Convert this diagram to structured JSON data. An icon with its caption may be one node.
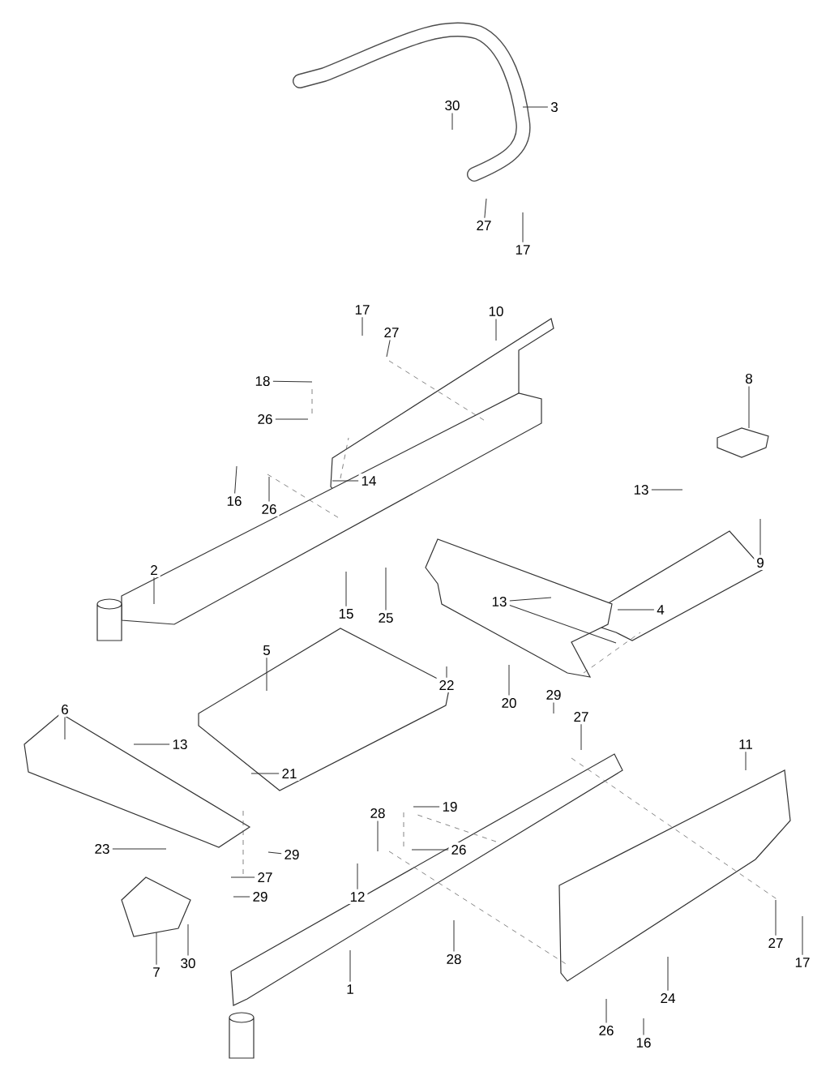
{
  "diagram": {
    "nodes": [
      {
        "text": [
          "3"
        ]
      },
      {
        "text": [
          "30"
        ]
      },
      {
        "text": [
          "27"
        ]
      },
      {
        "text": [
          "17"
        ]
      },
      {
        "text": [
          "17"
        ]
      },
      {
        "text": [
          "10"
        ]
      },
      {
        "text": [
          "27"
        ]
      },
      {
        "text": [
          "8"
        ]
      },
      {
        "text": [
          "18"
        ]
      },
      {
        "text": [
          "26"
        ]
      },
      {
        "text": [
          "14"
        ]
      },
      {
        "text": [
          "16"
        ]
      },
      {
        "text": [
          "26"
        ]
      },
      {
        "text": [
          "13"
        ]
      },
      {
        "text": [
          "9"
        ]
      },
      {
        "text": [
          "2"
        ]
      },
      {
        "text": [
          "13"
        ]
      },
      {
        "text": [
          "4"
        ]
      },
      {
        "text": [
          "15"
        ]
      },
      {
        "text": [
          "25"
        ]
      },
      {
        "text": [
          "5"
        ]
      },
      {
        "text": [
          "22"
        ]
      },
      {
        "text": [
          "29"
        ]
      },
      {
        "text": [
          "20"
        ]
      },
      {
        "text": [
          "6"
        ]
      },
      {
        "text": [
          "27"
        ]
      },
      {
        "text": [
          "11"
        ]
      },
      {
        "text": [
          "13"
        ]
      },
      {
        "text": [
          "21"
        ]
      },
      {
        "text": [
          "19"
        ]
      },
      {
        "text": [
          "28"
        ]
      },
      {
        "text": [
          "23"
        ]
      },
      {
        "text": [
          "26"
        ]
      },
      {
        "text": [
          "29"
        ]
      },
      {
        "text": [
          "27"
        ]
      },
      {
        "text": [
          "12"
        ]
      },
      {
        "text": [
          "29"
        ]
      },
      {
        "text": [
          "28"
        ]
      },
      {
        "text": [
          "30"
        ]
      },
      {
        "text": [
          "7"
        ]
      },
      {
        "text": [
          "1"
        ]
      },
      {
        "text": [
          "27"
        ]
      },
      {
        "text": [
          "17"
        ]
      },
      {
        "text": [
          "24"
        ]
      },
      {
        "text": [
          "26"
        ]
      },
      {
        "text": [
          "16"
        ]
      }
    ],
    "edges": [
      {
        "from": 0,
        "to": null,
        "arrow": "none"
      },
      {
        "from": 1,
        "to": null,
        "arrow": "none"
      },
      {
        "from": 2,
        "to": null,
        "arrow": "none"
      },
      {
        "from": 3,
        "to": null,
        "arrow": "none"
      },
      {
        "from": 4,
        "to": null,
        "arrow": "none"
      },
      {
        "from": 5,
        "to": null,
        "arrow": "none"
      },
      {
        "from": 6,
        "to": null,
        "arrow": "none"
      },
      {
        "from": 7,
        "to": null,
        "arrow": "none"
      },
      {
        "from": 8,
        "to": null,
        "arrow": "none"
      },
      {
        "from": 9,
        "to": null,
        "arrow": "none"
      },
      {
        "from": 10,
        "to": null,
        "arrow": "none"
      },
      {
        "from": 11,
        "to": null,
        "arrow": "none"
      },
      {
        "from": 12,
        "to": null,
        "arrow": "none"
      },
      {
        "from": 13,
        "to": null,
        "arrow": "none"
      },
      {
        "from": 14,
        "to": null,
        "arrow": "none"
      },
      {
        "from": 15,
        "to": null,
        "arrow": "none"
      },
      {
        "from": 16,
        "to": null,
        "arrow": "none"
      },
      {
        "from": 16,
        "to": null,
        "arrow": "none"
      },
      {
        "from": 17,
        "to": null,
        "arrow": "none"
      },
      {
        "from": 18,
        "to": null,
        "arrow": "none"
      },
      {
        "from": 19,
        "to": null,
        "arrow": "none"
      },
      {
        "from": 20,
        "to": null,
        "arrow": "none"
      },
      {
        "from": 21,
        "to": null,
        "arrow": "none"
      },
      {
        "from": 22,
        "to": null,
        "arrow": "none"
      },
      {
        "from": 23,
        "to": null,
        "arrow": "none"
      },
      {
        "from": 24,
        "to": null,
        "arrow": "none"
      },
      {
        "from": 25,
        "to": null,
        "arrow": "none"
      },
      {
        "from": 26,
        "to": null,
        "arrow": "none"
      },
      {
        "from": 27,
        "to": null,
        "arrow": "none"
      },
      {
        "from": 28,
        "to": null,
        "arrow": "none"
      },
      {
        "from": 29,
        "to": null,
        "arrow": "none"
      },
      {
        "from": 30,
        "to": null,
        "arrow": "none"
      },
      {
        "from": 31,
        "to": null,
        "arrow": "none"
      },
      {
        "from": 32,
        "to": null,
        "arrow": "none"
      },
      {
        "from": 33,
        "to": null,
        "arrow": "none"
      },
      {
        "from": 34,
        "to": null,
        "arrow": "none"
      },
      {
        "from": 35,
        "to": null,
        "arrow": "none"
      },
      {
        "from": 36,
        "to": null,
        "arrow": "none"
      },
      {
        "from": 37,
        "to": null,
        "arrow": "none"
      },
      {
        "from": 38,
        "to": null,
        "arrow": "none"
      },
      {
        "from": 39,
        "to": null,
        "arrow": "none"
      },
      {
        "from": 40,
        "to": null,
        "arrow": "none"
      },
      {
        "from": 41,
        "to": null,
        "arrow": "none"
      },
      {
        "from": 42,
        "to": null,
        "arrow": "none"
      },
      {
        "from": 43,
        "to": null,
        "arrow": "none"
      },
      {
        "from": 44,
        "to": null,
        "arrow": "none"
      },
      {
        "from": 45,
        "to": null,
        "arrow": "none"
      }
    ]
  }
}
